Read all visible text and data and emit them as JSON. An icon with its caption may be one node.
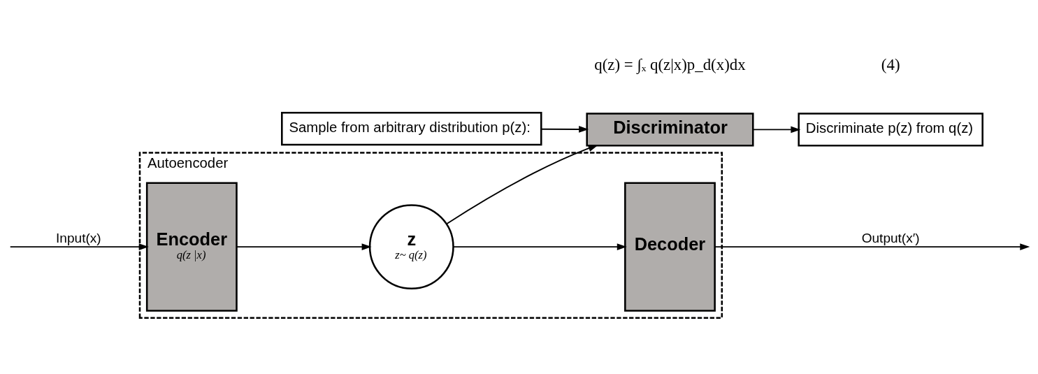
{
  "diagram": {
    "nodes": [
      {
        "text": [
          "Sample from arbitrary distribution p(z):"
        ]
      },
      {
        "text": [
          "Discriminator"
        ]
      },
      {
        "text": [
          "Discriminate p(z) from q(z)"
        ]
      },
      {
        "text": [
          "Autoencoder"
        ]
      },
      {
        "text": [
          "Encoder",
          "q(z |x)"
        ],
        "in": 3
      },
      {
        "text": [
          "z",
          "z~ q(z)"
        ],
        "in": 3
      },
      {
        "text": [
          "Decoder"
        ],
        "in": 3
      }
    ],
    "edges": [
      {
        "from": 0,
        "to": 1,
        "arrow": "to"
      },
      {
        "from": 1,
        "to": 2,
        "arrow": "to"
      },
      {
        "from": 5,
        "to": 1,
        "arrow": "to"
      },
      {
        "from": null,
        "to": 4,
        "arrow": "to",
        "label": "Input(x)"
      },
      {
        "from": 4,
        "to": 5,
        "arrow": "to"
      },
      {
        "from": 5,
        "to": 6,
        "arrow": "to"
      },
      {
        "from": 6,
        "to": null,
        "arrow": "to",
        "label": "Output(x′)"
      }
    ],
    "labels": [
      "q(z) = ∫ₓ q(z|x)p_d(x)dx",
      "(4)"
    ]
  }
}
